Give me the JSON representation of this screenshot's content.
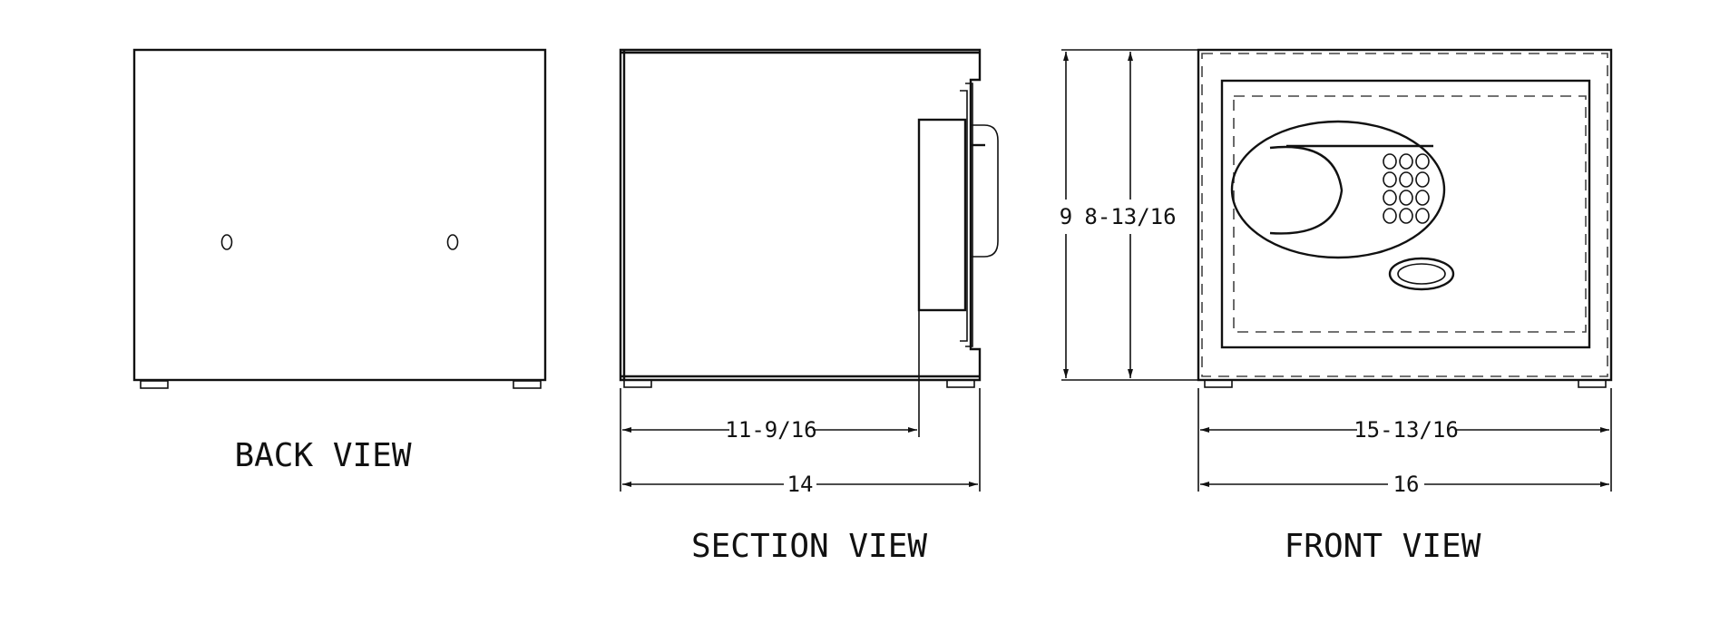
{
  "views": {
    "back": {
      "title": "BACK VIEW"
    },
    "section": {
      "title": "SECTION VIEW",
      "dims": {
        "inner_depth": "11-9/16",
        "overall_depth": "14"
      }
    },
    "front": {
      "title": "FRONT VIEW",
      "dims": {
        "overall_height": "9",
        "door_height": "8-13/16",
        "door_width": "15-13/16",
        "overall_width": "16"
      }
    }
  },
  "colors": {
    "line": "#111111",
    "dashed": "#444444",
    "background": "#ffffff"
  }
}
